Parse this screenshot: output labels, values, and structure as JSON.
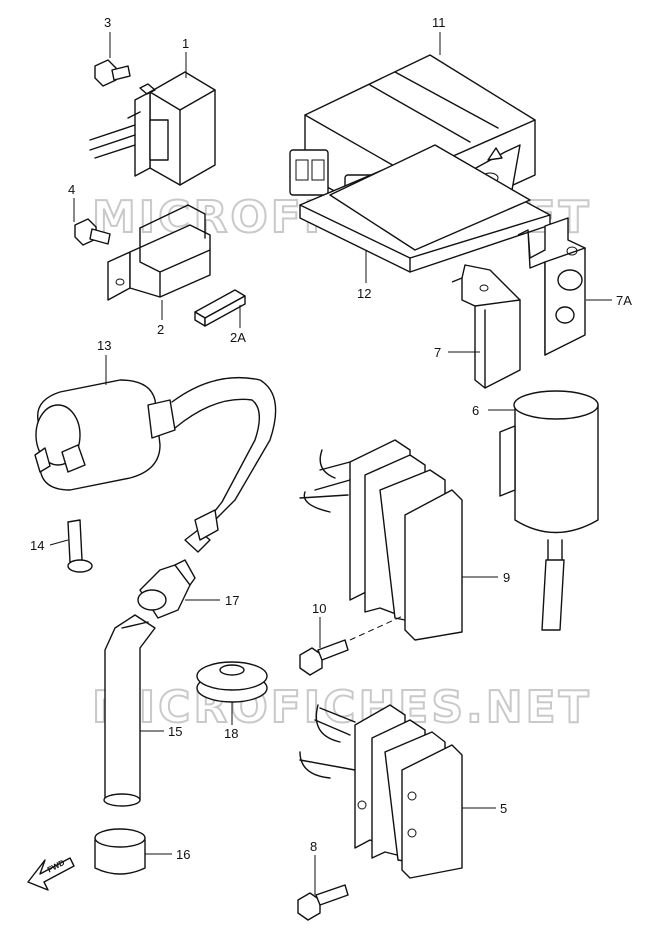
{
  "watermark": "MICROFICHES.NET",
  "fwd_label": "FWD",
  "callouts": {
    "p1": "1",
    "p2": "2",
    "p2a": "2A",
    "p3": "3",
    "p4": "4",
    "p5": "5",
    "p6": "6",
    "p7": "7",
    "p7a": "7A",
    "p8": "8",
    "p9": "9",
    "p10": "10",
    "p11": "11",
    "p12": "12",
    "p13": "13",
    "p14": "14",
    "p15": "15",
    "p16": "16",
    "p17": "17",
    "p18": "18"
  },
  "colors": {
    "line": "#111111",
    "watermark": "#c9c9c9",
    "background": "#ffffff"
  }
}
